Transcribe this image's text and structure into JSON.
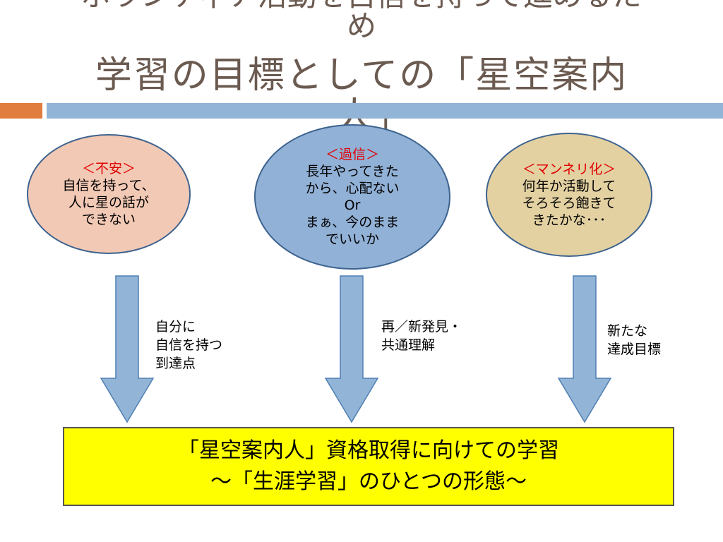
{
  "title": {
    "line1a": "ボランティア活動を自信を持って進めるた",
    "line1b": "め",
    "line2a": "学習の目標としての「星空案内",
    "line2b": "人」"
  },
  "ellipses": [
    {
      "heading": "＜不安＞",
      "lines": [
        "自信を持って、",
        "人に星の話が",
        "できない"
      ]
    },
    {
      "heading": "＜過信＞",
      "lines": [
        "長年やってきた",
        "から、心配ない",
        "Or",
        "まぁ、今のまま",
        "でいいか"
      ]
    },
    {
      "heading": "＜マンネリ化＞",
      "lines": [
        "何年か活動して",
        "そろそろ飽きて",
        "きたかな･･･"
      ]
    }
  ],
  "arrow_labels": [
    [
      "自分に",
      "自信を持つ",
      "到達点"
    ],
    [
      "再／新発見・",
      "共通理解"
    ],
    [
      "新たな",
      "達成目標"
    ]
  ],
  "bottom": {
    "line1": "「星空案内人」資格取得に向けての学習",
    "line2": "～「生涯学習」のひとつの形態～"
  },
  "colors": {
    "title": "#6b5a50",
    "accent_orange": "#e07d3f",
    "accent_blue": "#92b4d6",
    "ellipse1": "#f2c9b5",
    "ellipse2": "#91b1d6",
    "ellipse3": "#e3d1a2",
    "heading_red": "#e00000",
    "arrow_fill": "#92b4d6",
    "box_fill": "#ffff00"
  }
}
